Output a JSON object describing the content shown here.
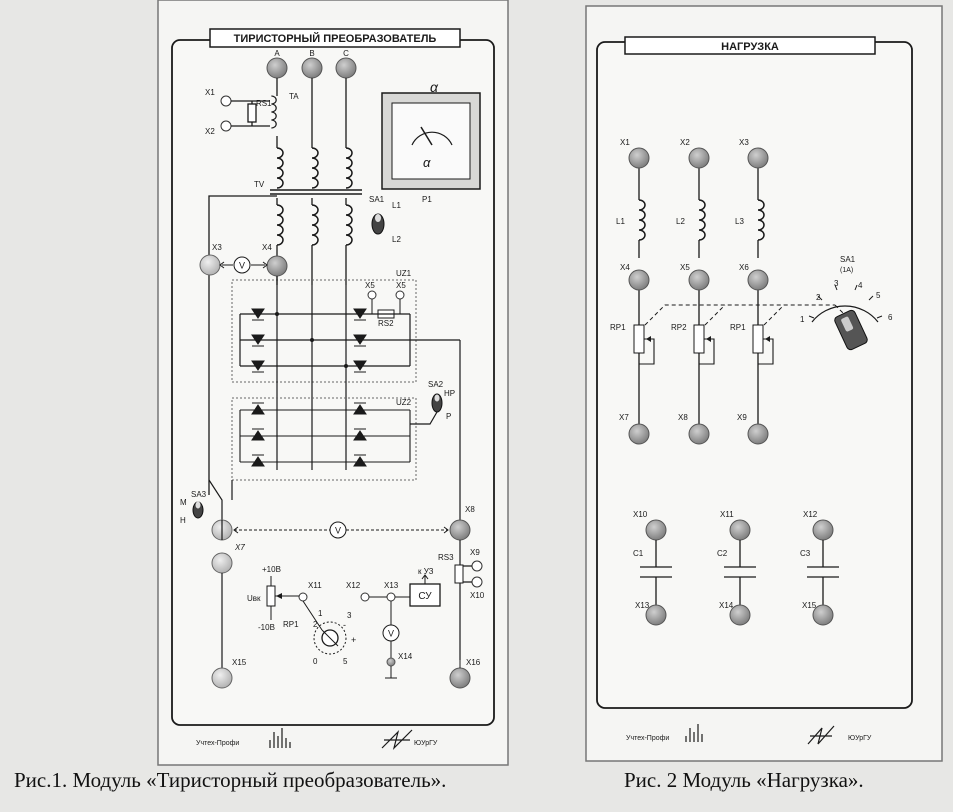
{
  "figure1": {
    "title": "ТИРИСТОРНЫЙ ПРЕОБРАЗОВАТЕЛЬ",
    "phases": [
      "A",
      "B",
      "C"
    ],
    "terminals": {
      "x1": "X1",
      "x2": "X2",
      "x3": "X3",
      "x4": "X4",
      "x5": "X5",
      "x5b": "X5",
      "x7": "X7",
      "x8": "X8",
      "x9": "X9",
      "x10": "X10",
      "x11": "X11",
      "x12": "X12",
      "x13": "X13",
      "x14": "X14",
      "x15": "X15",
      "x16": "X16"
    },
    "labels": {
      "rs1": "RS1",
      "ta": "TA",
      "tv": "TV",
      "sa1": "SA1",
      "l1": "L1",
      "l2": "L2",
      "p1": "P1",
      "uz1": "UZ1",
      "uz2": "UZ2",
      "rs2": "RS2",
      "sa2": "SA2",
      "np": "НР",
      "p": "Р",
      "sa3": "SA3",
      "m": "М",
      "n": "Н",
      "rs3": "RS3",
      "ku3": "к УЗ",
      "cy": "СУ",
      "plus10": "+10В",
      "minus10": "-10В",
      "uvk": "Uвк",
      "rp1": "RP1",
      "v": "V"
    },
    "meter": {
      "top_symbol": "α",
      "bottom_symbol": "α"
    },
    "dial": {
      "marks": [
        "1",
        "2",
        "3",
        "0",
        "5",
        "-",
        "+"
      ]
    },
    "footer": {
      "brand": "Учтех-Профи",
      "university": "ЮУрГУ"
    },
    "caption": "Рис.1. Модуль «Тиристорный преобразователь»."
  },
  "figure2": {
    "title": "НАГРУЗКА",
    "terminals": {
      "x1": "X1",
      "x2": "X2",
      "x3": "X3",
      "x4": "X4",
      "x5": "X5",
      "x6": "X6",
      "x7": "X7",
      "x8": "X8",
      "x9": "X9",
      "x10": "X10",
      "x11": "X11",
      "x12": "X12",
      "x13": "X13",
      "x14": "X14",
      "x15": "X15"
    },
    "labels": {
      "l1": "L1",
      "l2": "L2",
      "l3": "L3",
      "rp1": "RP1",
      "rp2": "RP2",
      "rp3": "RP1",
      "c1": "C1",
      "c2": "C2",
      "c3": "C3",
      "sa1": "SA1",
      "sa1_rating": "(1A)"
    },
    "switch_positions": [
      "1",
      "2",
      "3",
      "4",
      "5",
      "6"
    ],
    "footer": {
      "brand": "Учтех-Профи",
      "university": "ЮУрГУ"
    },
    "caption": "Рис. 2 Модуль «Нагрузка»."
  },
  "colors": {
    "panel": "#f4f4f2",
    "terminal": "#9a9a9a",
    "terminal_light": "#c8c8c8",
    "ink": "#1a1a1a",
    "background": "#e7e7e5"
  }
}
